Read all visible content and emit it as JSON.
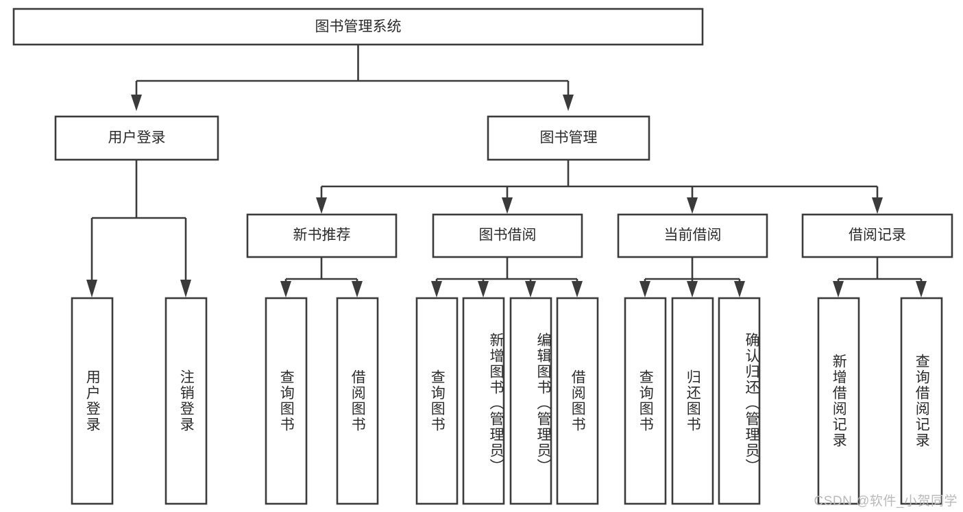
{
  "diagram": {
    "type": "tree-hierarchy-diagram",
    "title": "图书管理系统",
    "orientation": "top-down",
    "colors": {
      "box_stroke": "#3b3b3b",
      "box_fill": "#ffffff",
      "text": "#2b2b2b",
      "background": "#ffffff",
      "watermark": "#b9b9b9"
    },
    "root": {
      "label": "图书管理系统"
    },
    "level2": [
      {
        "label": "用户登录"
      },
      {
        "label": "图书管理"
      }
    ],
    "level3": [
      {
        "label": "新书推荐"
      },
      {
        "label": "图书借阅"
      },
      {
        "label": "当前借阅"
      },
      {
        "label": "借阅记录"
      }
    ],
    "leaves": {
      "user_login": [
        {
          "label": "用户登录"
        },
        {
          "label": "注销登录"
        }
      ],
      "new_book_recommend": [
        {
          "label": "查询图书"
        },
        {
          "label": "借阅图书"
        }
      ],
      "book_borrow": [
        {
          "label": "查询图书"
        },
        {
          "label": "新增图书（管理员）"
        },
        {
          "label": "编辑图书（管理员）"
        },
        {
          "label": "借阅图书"
        }
      ],
      "current_borrow": [
        {
          "label": "查询图书"
        },
        {
          "label": "归还图书"
        },
        {
          "label": "确认归还（管理员）"
        }
      ],
      "borrow_record": [
        {
          "label": "新增借阅记录"
        },
        {
          "label": "查询借阅记录"
        }
      ]
    }
  },
  "watermark": {
    "text": "CSDN @软件_小贺同学"
  }
}
